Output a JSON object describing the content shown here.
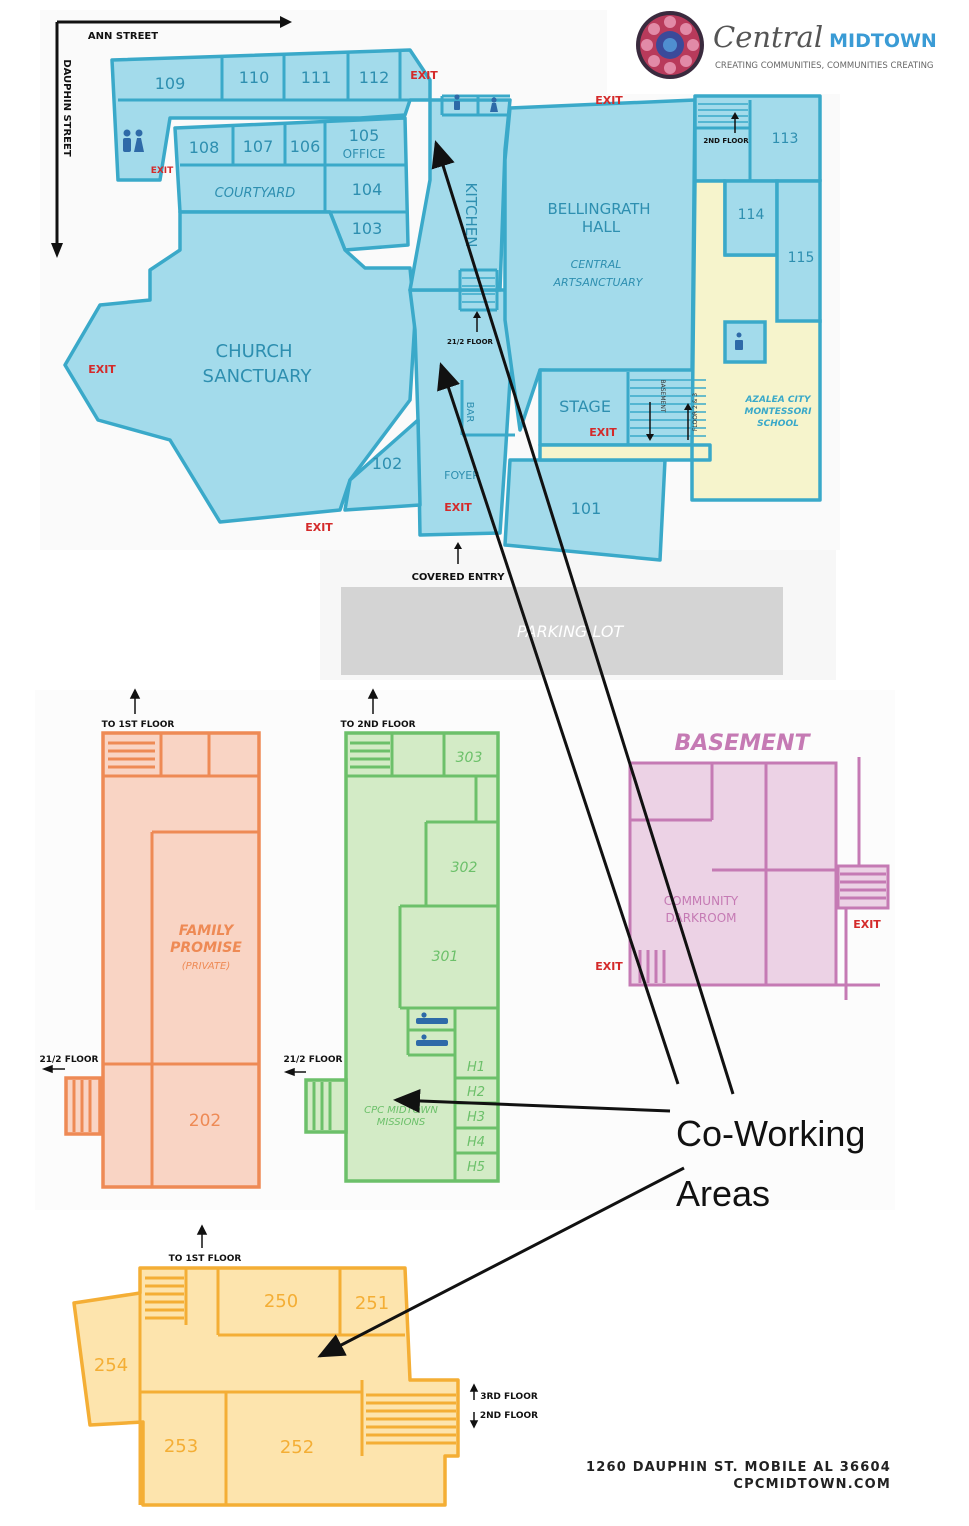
{
  "brand": {
    "name_script": "Central",
    "name_bold": "MIDTOWN",
    "tagline": "CREATING COMMUNITIES, COMMUNITIES CREATING"
  },
  "streets": {
    "ann": "ANN STREET",
    "dauphin": "DAUPHIN STREET"
  },
  "first_floor": {
    "rooms": {
      "r109": "109",
      "r110": "110",
      "r111": "111",
      "r112": "112",
      "r108": "108",
      "r107": "107",
      "r106": "106",
      "r105": "105",
      "office": "OFFICE",
      "courtyard": "COURTYARD",
      "r104": "104",
      "r103": "103",
      "kitchen": "KITCHEN",
      "bellingrath_1": "BELLINGRATH",
      "bellingrath_2": "HALL",
      "artsanctuary_1": "CENTRAL",
      "artsanctuary_2": "ARTSANCTUARY",
      "r113": "113",
      "r114": "114",
      "r115": "115",
      "church_1": "CHURCH",
      "church_2": "SANCTUARY",
      "stage": "STAGE",
      "basement_stair": "BASEMENT",
      "floor23_stair": "FLOOR 2 & 3",
      "bar": "BAR",
      "foyer": "FOYER",
      "r102": "102",
      "r101": "101",
      "azalea_1": "AZALEA CITY",
      "azalea_2": "MONTESSORI",
      "azalea_3": "SCHOOL"
    },
    "floor_2nd": "2ND FLOOR",
    "floor_2half": "21/2 FLOOR",
    "exit": "EXIT",
    "covered_entry": "COVERED ENTRY",
    "parking": "PARKING LOT"
  },
  "second_floor_left": {
    "to_floor": "TO 1ST FLOOR",
    "family_1": "FAMILY",
    "family_2": "PROMISE",
    "private": "(PRIVATE)",
    "r202": "202",
    "side_floor": "21/2 FLOOR"
  },
  "third_floor": {
    "to_floor": "TO 2ND FLOOR",
    "r303": "303",
    "r302": "302",
    "r301": "301",
    "h1": "H1",
    "h2": "H2",
    "h3": "H3",
    "h4": "H4",
    "h5": "H5",
    "missions_1": "CPC MIDTOWN",
    "missions_2": "MISSIONS",
    "side_floor": "21/2 FLOOR"
  },
  "basement": {
    "title": "BASEMENT",
    "darkroom_1": "COMMUNITY",
    "darkroom_2": "DARKROOM",
    "exit": "EXIT"
  },
  "second_half_floor": {
    "to_floor": "TO 1ST FLOOR",
    "r250": "250",
    "r251": "251",
    "r254": "254",
    "r253": "253",
    "r252": "252",
    "up": "3RD FLOOR",
    "down": "2ND FLOOR"
  },
  "callout": {
    "line1": "Co-Working",
    "line2": "Areas"
  },
  "address": {
    "line1": "1260 DAUPHIN ST. MOBILE AL 36604",
    "line2": "CPCMIDTOWN.COM"
  },
  "colors": {
    "first_fill": "#a3dbeb",
    "first_stroke": "#3aa9c9",
    "school_fill": "#f6f4cc",
    "parking": "#d4d4d4",
    "second_fill": "#f9d4c4",
    "second_stroke": "#ee8a55",
    "third_fill": "#d3ebc6",
    "third_stroke": "#6cc06a",
    "basement_fill": "#ecd2e5",
    "basement_stroke": "#c57ab4",
    "half_fill": "#fde4ad",
    "half_stroke": "#f4ae35",
    "exit_red": "#d42a2a"
  }
}
